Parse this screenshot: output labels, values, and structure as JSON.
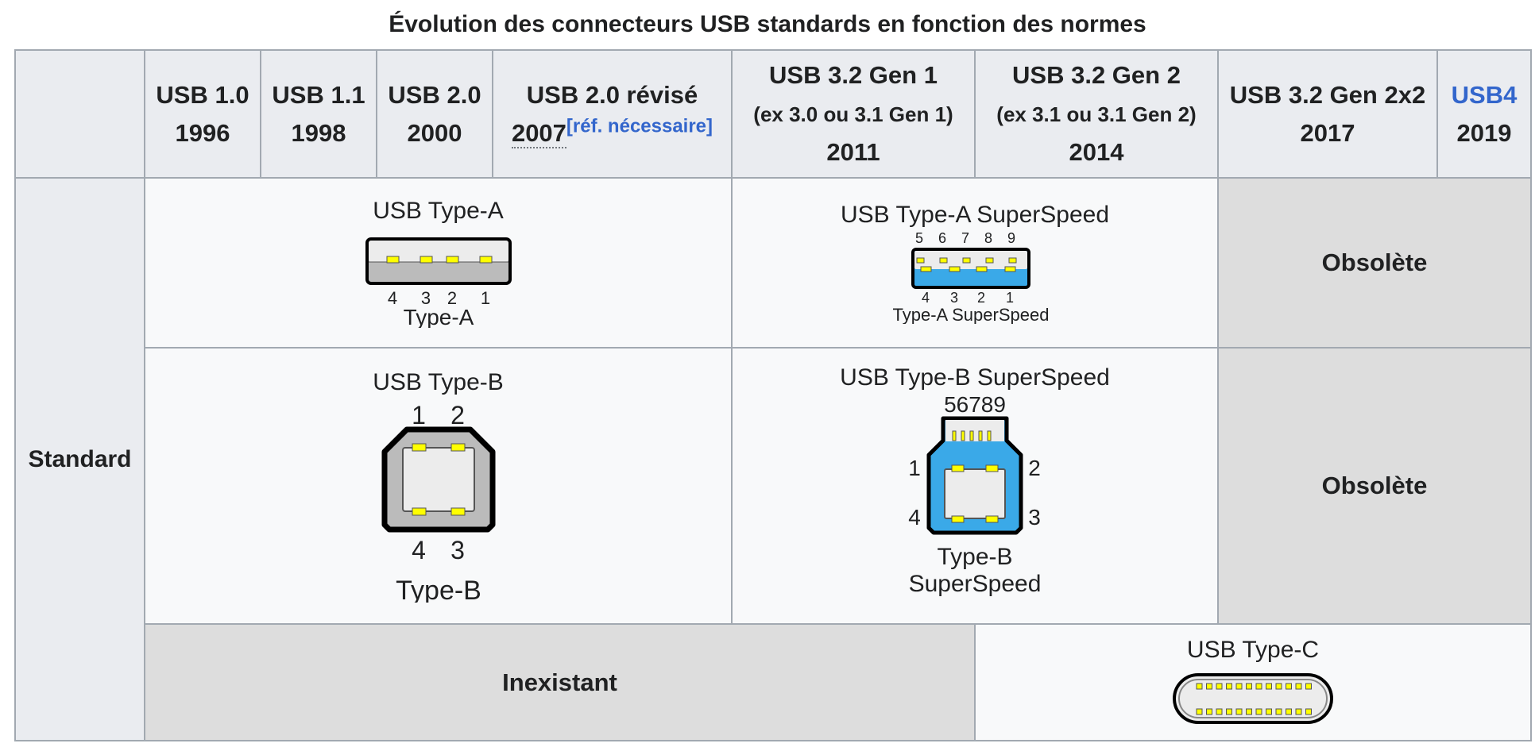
{
  "caption": "Évolution des connecteurs USB standards en fonction des normes",
  "headers": [
    {
      "name": "USB 1.0",
      "year": "1996"
    },
    {
      "name": "USB 1.1",
      "year": "1998"
    },
    {
      "name": "USB 2.0",
      "year": "2000"
    },
    {
      "name": "USB 2.0 révisé",
      "year": "2007",
      "ref": "[réf. nécessaire]"
    },
    {
      "name": "USB 3.2 Gen 1",
      "sub": "(ex 3.0 ou 3.1 Gen 1)",
      "year": "2011"
    },
    {
      "name": "USB 3.2 Gen 2",
      "sub": "(ex 3.1 ou 3.1 Gen 2)",
      "year": "2014"
    },
    {
      "name": "USB 3.2 Gen 2x2",
      "year": "2017"
    },
    {
      "name": "USB4",
      "year": "2019",
      "link": true
    }
  ],
  "row_header": "Standard",
  "cells": {
    "type_a": {
      "title": "USB Type-A",
      "caption": "Type-A",
      "pins": [
        "4",
        "3",
        "2",
        "1"
      ]
    },
    "type_a_ss": {
      "title": "USB Type-A SuperSpeed",
      "caption": "Type-A SuperSpeed",
      "top_pins": [
        "5",
        "6",
        "7",
        "8",
        "9"
      ],
      "bottom_pins": [
        "4",
        "3",
        "2",
        "1"
      ]
    },
    "type_b": {
      "title": "USB Type-B",
      "caption": "Type-B",
      "top_pins": [
        "1",
        "2"
      ],
      "bottom_pins": [
        "4",
        "3"
      ]
    },
    "type_b_ss": {
      "title": "USB Type-B SuperSpeed",
      "caption_line1": "Type-B",
      "caption_line2": "SuperSpeed",
      "top_pins": "56789",
      "left_pins": [
        "1",
        "4"
      ],
      "right_pins": [
        "2",
        "3"
      ]
    },
    "type_c": {
      "title": "USB Type-C"
    },
    "obsolete_1": "Obsolète",
    "obsolete_2": "Obsolète",
    "inexistant": "Inexistant"
  },
  "colors": {
    "header_bg": "#eaecf0",
    "cell_bg": "#f8f9fa",
    "gray_bg": "#dddddd",
    "border": "#a2a9b1",
    "link": "#3366cc",
    "pin": "#ffff00",
    "superspeed_blue": "#3aa9e8"
  }
}
